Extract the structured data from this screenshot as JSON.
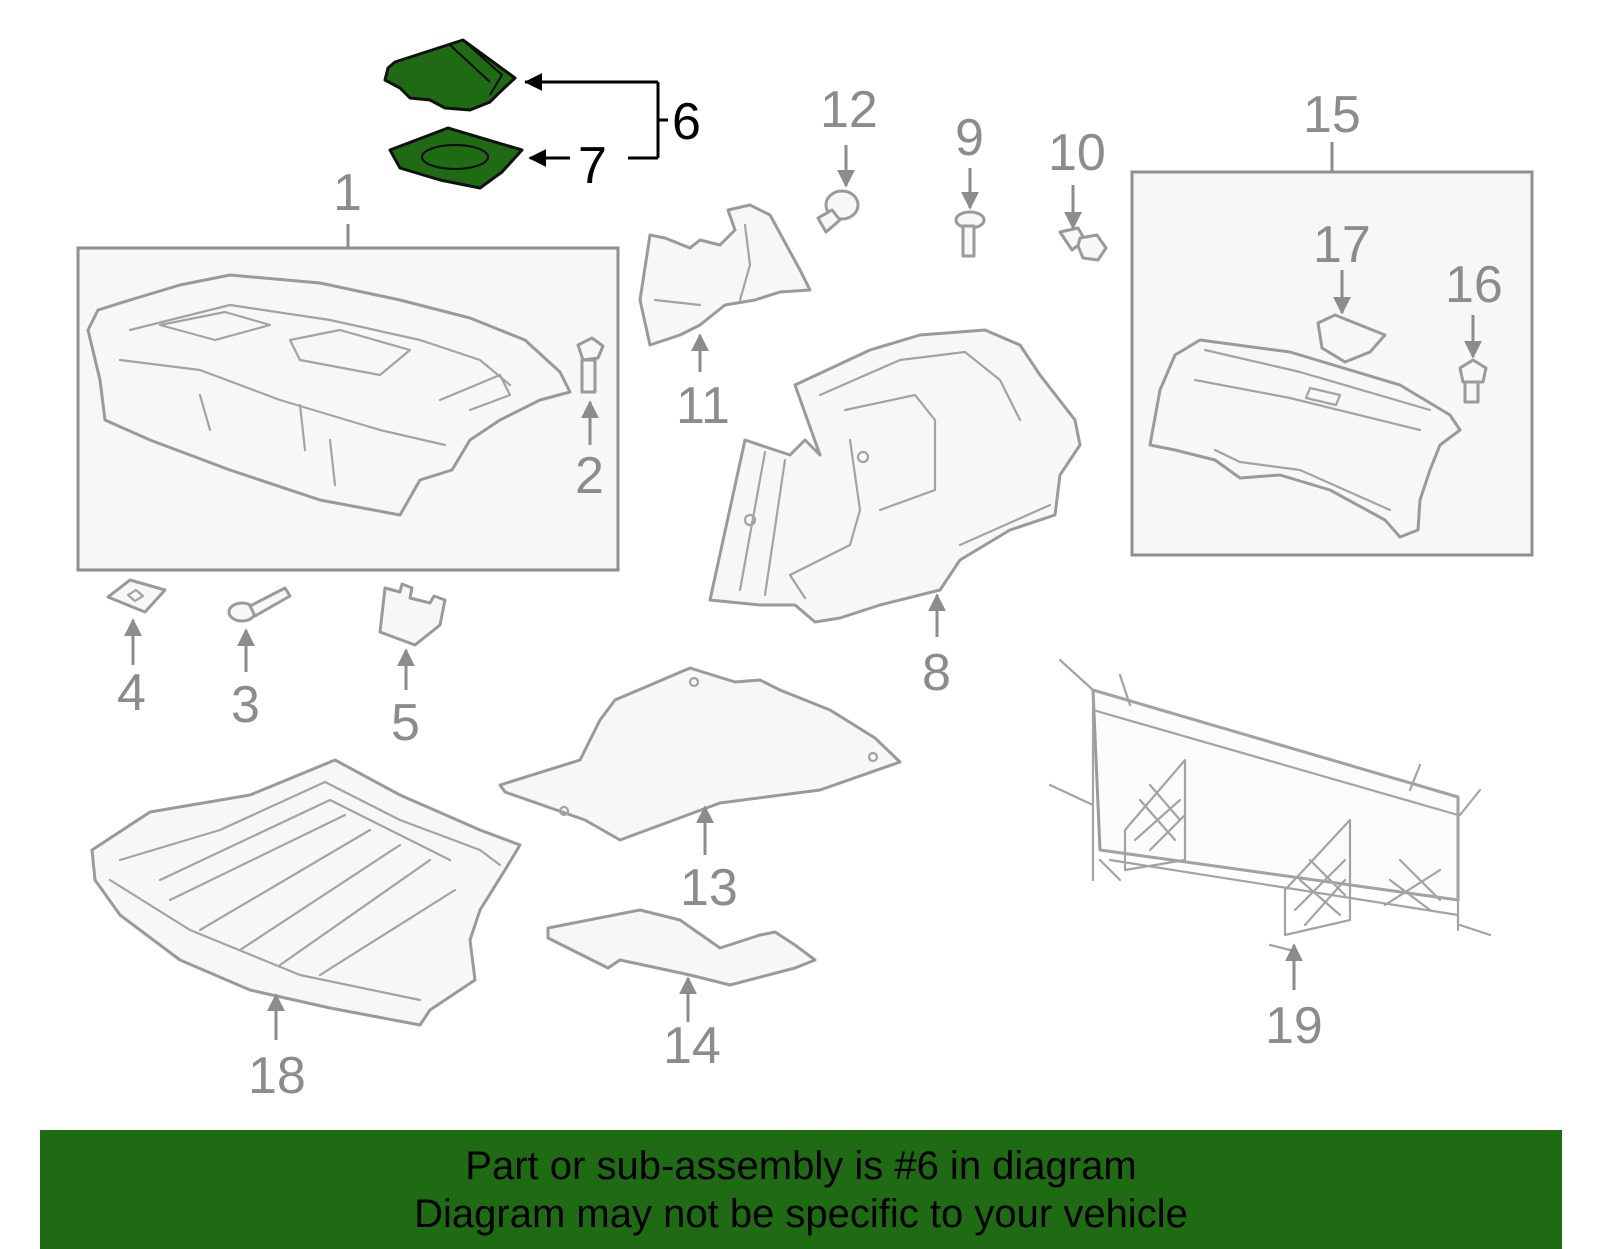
{
  "callouts": {
    "c1": "1",
    "c2": "2",
    "c3": "3",
    "c4": "4",
    "c5": "5",
    "c6": "6",
    "c7": "7",
    "c8": "8",
    "c9": "9",
    "c10": "10",
    "c11": "11",
    "c12": "12",
    "c13": "13",
    "c14": "14",
    "c15": "15",
    "c16": "16",
    "c17": "17",
    "c18": "18",
    "c19": "19"
  },
  "highlight_color": "#1f6b14",
  "part_stroke_color": "#9a9a9a",
  "banner": {
    "line1": "Part or sub-assembly is #6 in diagram",
    "line2": "Diagram may not be specific to your vehicle"
  }
}
